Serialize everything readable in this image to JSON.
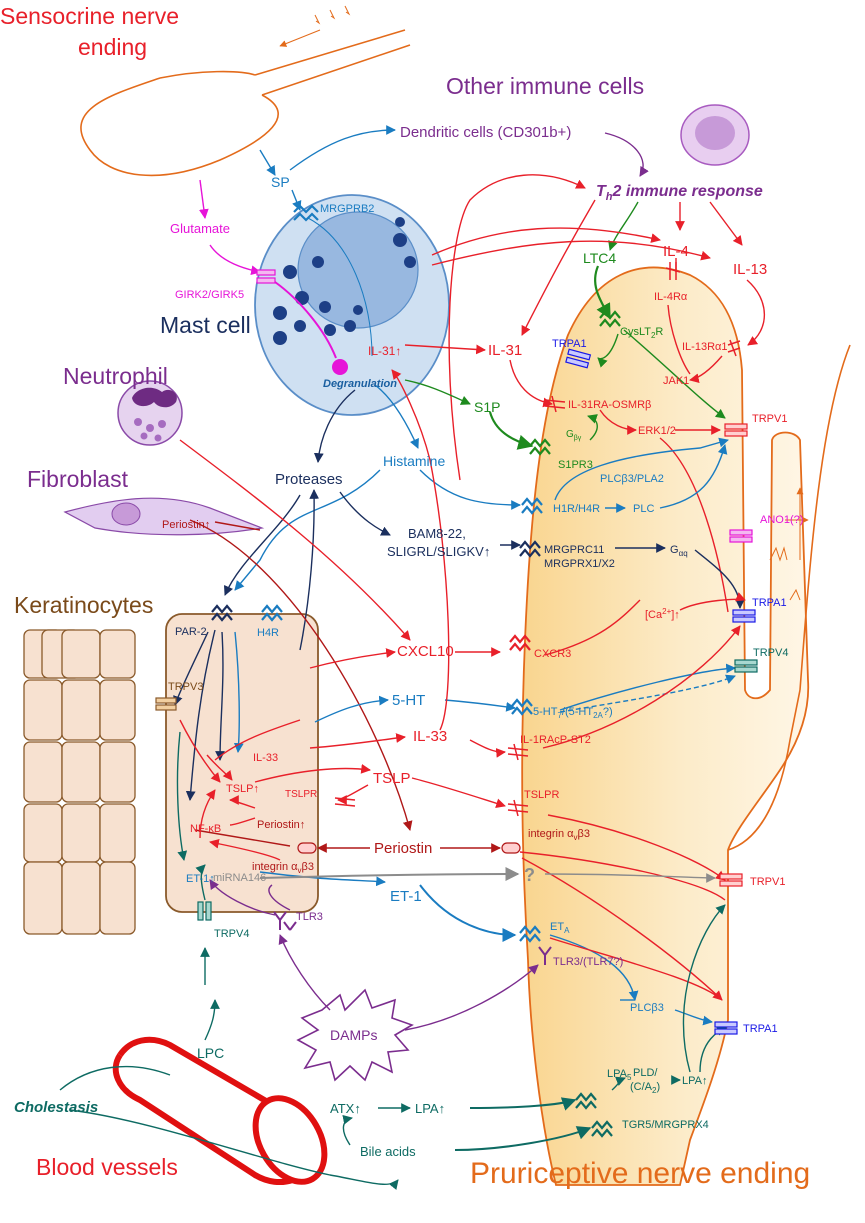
{
  "titles": {
    "sensocrine_1": "Sensocrine nerve",
    "sensocrine_2": "ending",
    "other_immune": "Other immune cells",
    "mast_cell": "Mast cell",
    "neutrophil": "Neutrophil",
    "fibroblast": "Fibroblast",
    "keratinocytes": "Keratinocytes",
    "blood_vessels": "Blood vessels",
    "pruriceptive": "Pruriceptive nerve ending",
    "cholestasis": "Cholestasis"
  },
  "labels": {
    "sp": "SP",
    "dendritic": "Dendritic cells (CD301b+)",
    "th2": "T",
    "th2_sub": "h",
    "th2_rest": "2 immune response",
    "glutamate": "Glutamate",
    "mrgprb2": "MRGPRB2",
    "girk": "GIRK2/GIRK5",
    "degranulation": "Degranulation",
    "il31_up": "IL-31↑",
    "il31": "IL-31",
    "il4": "IL-4",
    "il13": "IL-13",
    "ltc4": "LTC4",
    "il4ra": "IL-4Rα",
    "cyslt2r": "CysLT",
    "cyslt2r_sub": "2",
    "cyslt2r_end": "R",
    "trpa1_a": "TRPA1",
    "il13ra1": "IL-13Rα1",
    "jak1": "JAK1",
    "s1p": "S1P",
    "il31ra": "IL-31RA-OSMRβ",
    "erk": "ERK1/2",
    "trpv1_a": "TRPV1",
    "gby": "G",
    "gby_sub": "βγ",
    "s1pr3": "S1PR3",
    "histamine": "Histamine",
    "proteases": "Proteases",
    "plcb3_pla2": "PLCβ3/PLA2",
    "h1r_h4r": "H1R/H4R",
    "plc": "PLC",
    "ano1": "ANO1(?)",
    "periostin_up": "Periostin↑",
    "bam_1": "BAM8-22,",
    "bam_2": "SLIGRL/SLIGKV↑",
    "mrgprc11": "MRGPRC11",
    "mrgprx": "MRGPRX1/X2",
    "gaq": "G",
    "gaq_sub": "αq",
    "par2": "PAR-2",
    "h4r": "H4R",
    "trpv3": "TRPV3",
    "ca": "[Ca",
    "ca_sup": "2+",
    "ca_end": "]↑",
    "trpa1_b": "TRPA1",
    "cxcl10": "CXCL10",
    "cxcr3": "CXCR3",
    "trpv4_a": "TRPV4",
    "five_ht": "5-HT",
    "five_ht_r": "5-HT",
    "five_ht_r_sub": "7",
    "five_ht_r2": "/(5-HT",
    "five_ht_r2_sub": "2A",
    "five_ht_r3": "?)",
    "il33_k": "IL-33",
    "il33": "IL-33",
    "il1racp": "IL-1RAcP-ST2",
    "tslp_k": "TSLP↑",
    "tslp": "TSLP",
    "tslpr_k": "TSLPR",
    "tslpr": "TSLPR",
    "nfkb": "NF-κB",
    "periostin_k": "Periostin↑",
    "periostin": "Periostin",
    "integrin_k": "integrin α",
    "integrin_k_sub": "v",
    "integrin_k_end": "β3",
    "integrin": "integrin α",
    "integrin_sub": "v",
    "integrin_end": "β3",
    "et1_k": "ET-1↑",
    "mirna": "miRNA146",
    "question": "?",
    "trpv1_b": "TRPV1",
    "et1": "ET-1",
    "eta": "ET",
    "eta_sub": "A",
    "tlr3_k": "TLR3",
    "trpv4_b": "TRPV4",
    "tlr3_tlr7": "TLR3/(TLR7?)",
    "damps": "DAMPs",
    "plcb3": "PLCβ3",
    "trpa1_c": "TRPA1",
    "lpc": "LPC",
    "lpa5": "LPA",
    "lpa5_sub": "5",
    "pld": "PLD/",
    "pld2": "(C/A",
    "pld2_sub": "2",
    "pld2_end": ")",
    "lpa_up_n": "LPA↑",
    "atx": "ATX↑",
    "lpa_up": "LPA↑",
    "tgr5": "TGR5/MRGPRX4",
    "bile_acids": "Bile acids"
  },
  "colors": {
    "red": "#e8202a",
    "darkred": "#b01818",
    "blue": "#1a7cc1",
    "navy": "#1b2f5e",
    "purple": "#7b2d8e",
    "magenta": "#e614d8",
    "green": "#1e8a1e",
    "teal": "#0e6b63",
    "orange": "#e36b1b",
    "brown": "#7a4a1a",
    "grey": "#8c8c8c",
    "trpv_blue": "#1a1ae6"
  }
}
